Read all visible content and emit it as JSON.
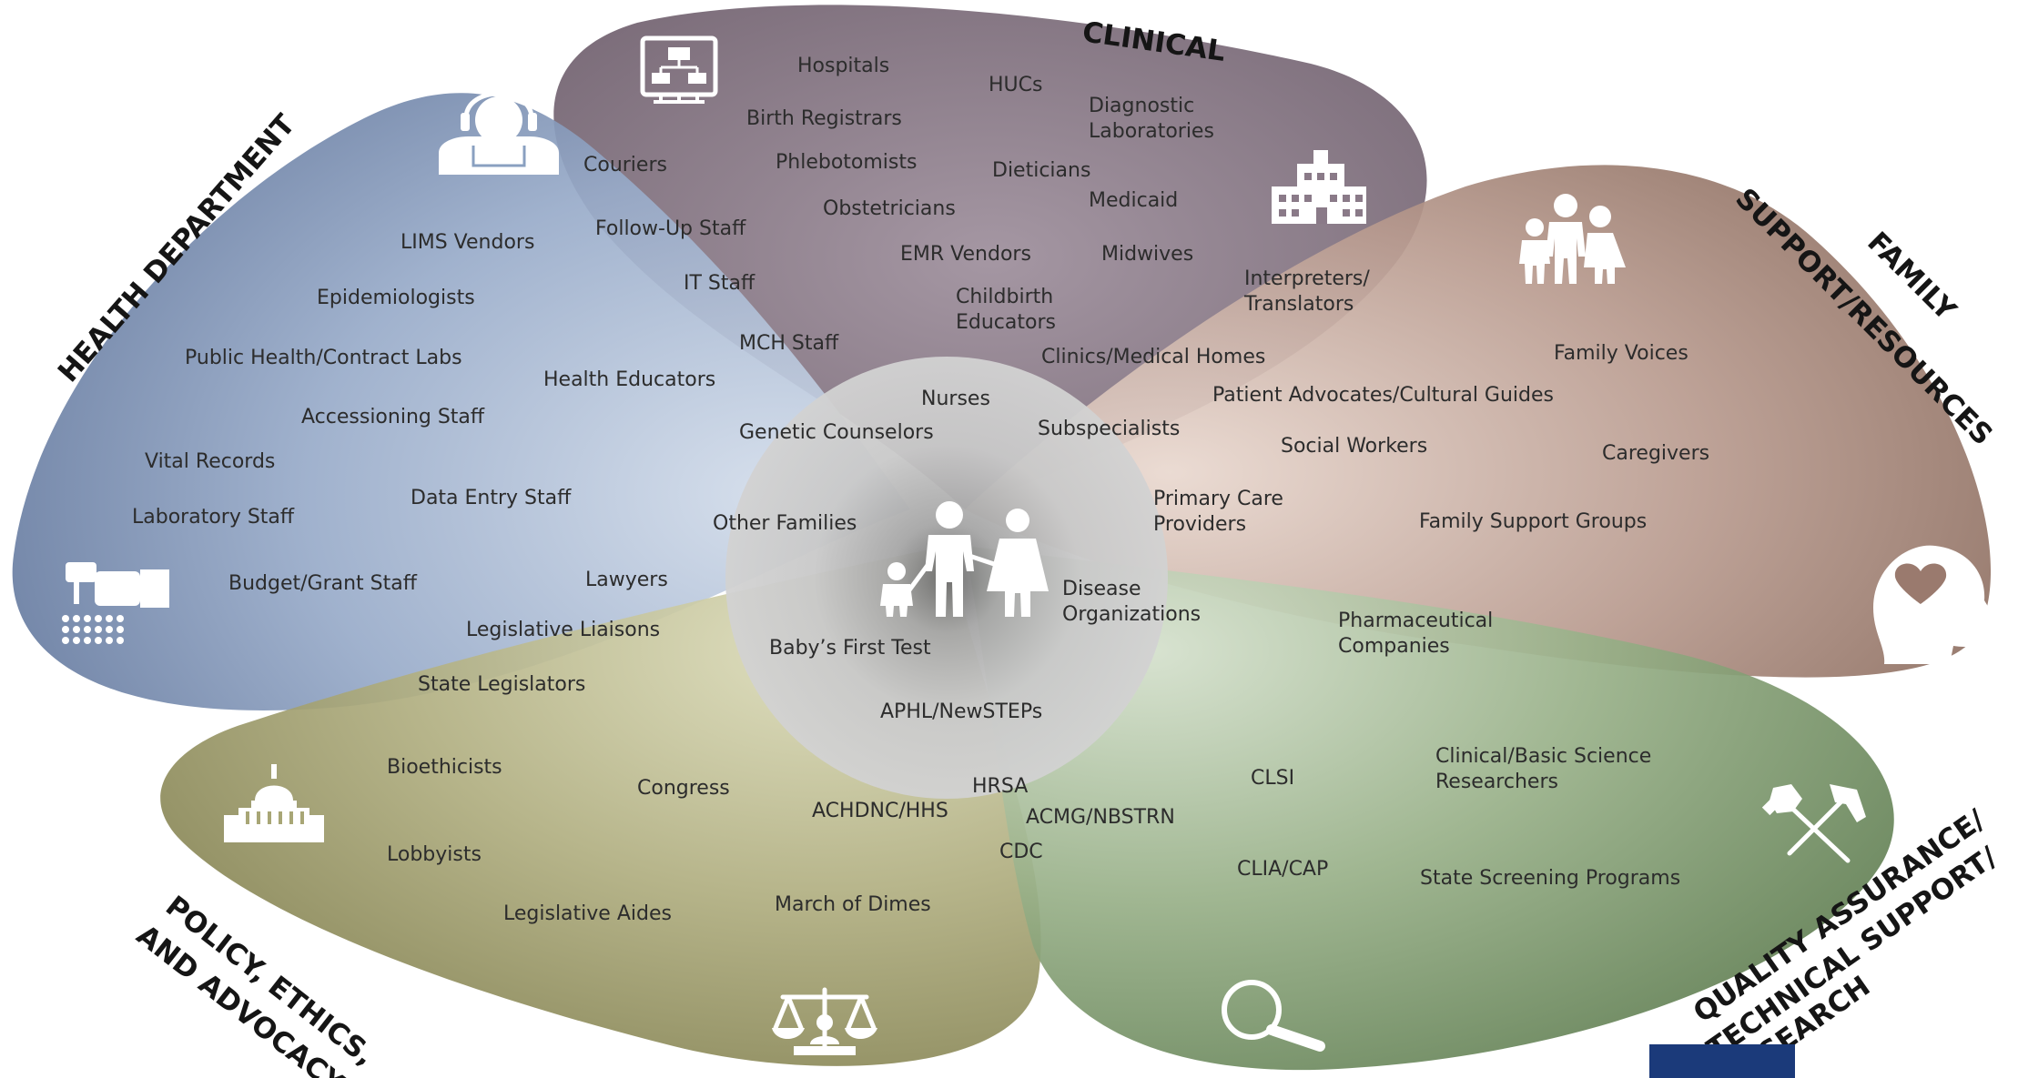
{
  "categories": {
    "clinical": "CLINICAL",
    "health_department": "HEALTH DEPARTMENT",
    "family_line1": "FAMILY",
    "family_line2": "SUPPORT/RESOURCES",
    "policy_line1": "POLICY, ETHICS,",
    "policy_line2": "AND ADVOCACY",
    "qa_line1": "QUALITY ASSURANCE/",
    "qa_line2": "TECHNICAL SUPPORT/",
    "qa_line3": "RESEARCH"
  },
  "clinical": {
    "hospitals": "Hospitals",
    "hucs": "HUCs",
    "diagnostic_line1": "Diagnostic",
    "diagnostic_line2": "Laboratories",
    "birth_registrars": "Birth Registrars",
    "couriers": "Couriers",
    "phlebotomists": "Phlebotomists",
    "dieticians": "Dieticians",
    "obstetricians": "Obstetricians",
    "medicaid": "Medicaid",
    "follow_up_staff": "Follow-Up Staff",
    "emr_vendors": "EMR Vendors",
    "midwives": "Midwives",
    "it_staff": "IT Staff",
    "childbirth_line1": "Childbirth",
    "childbirth_line2": "Educators",
    "interpreters_line1": "Interpreters/",
    "interpreters_line2": "Translators",
    "mch_staff": "MCH Staff",
    "clinics": "Clinics/Medical Homes",
    "nurses": "Nurses",
    "genetic_counselors": "Genetic Counselors",
    "subspecialists": "Subspecialists",
    "primary_care_line1": "Primary Care",
    "primary_care_line2": "Providers"
  },
  "health_department": {
    "lims_vendors": "LIMS Vendors",
    "epidemiologists": "Epidemiologists",
    "public_health_labs": "Public Health/Contract Labs",
    "health_educators": "Health Educators",
    "accessioning_staff": "Accessioning Staff",
    "vital_records": "Vital Records",
    "data_entry_staff": "Data Entry Staff",
    "laboratory_staff": "Laboratory Staff",
    "budget_grant_staff": "Budget/Grant Staff"
  },
  "family": {
    "family_voices": "Family Voices",
    "patient_advocates": "Patient Advocates/Cultural Guides",
    "social_workers": "Social Workers",
    "caregivers": "Caregivers",
    "family_support_groups": "Family Support Groups"
  },
  "center": {
    "other_families": "Other Families",
    "disease_org_line1": "Disease",
    "disease_org_line2": "Organizations",
    "babys_first_test": "Baby’s First Test",
    "aphl": "APHL/NewSTEPs"
  },
  "policy": {
    "lawyers": "Lawyers",
    "legislative_liaisons": "Legislative Liaisons",
    "state_legislators": "State Legislators",
    "bioethicists": "Bioethicists",
    "congress": "Congress",
    "lobbyists": "Lobbyists",
    "legislative_aides": "Legislative Aides",
    "march_of_dimes": "March of Dimes",
    "achdnc": "ACHDNC/HHS",
    "hrsa": "HRSA",
    "cdc": "CDC"
  },
  "qa": {
    "pharma_line1": "Pharmaceutical",
    "pharma_line2": "Companies",
    "acmg": "ACMG/NBSTRN",
    "clsi": "CLSI",
    "researchers_line1": "Clinical/Basic Science",
    "researchers_line2": "Researchers",
    "clia_cap": "CLIA/CAP",
    "state_screening": "State Screening Programs"
  },
  "colors": {
    "clinical": "#7e6d7c",
    "health_department": "#7d93b7",
    "family": "#a4857a",
    "policy": "#9e9c6a",
    "qa": "#7d9a6f",
    "center": "#c4c4c4",
    "corner_badge": "#1b3a7a"
  },
  "icons": {
    "clinical_top": "monitor-network-icon",
    "clinical_building": "hospital-building-icon",
    "health_dept_person": "headset-person-icon",
    "health_dept_lab": "pipette-lab-icon",
    "family_people": "family-icon",
    "family_heart": "heart-head-icon",
    "policy_capitol": "capitol-dome-icon",
    "policy_scales": "scales-of-justice-icon",
    "qa_tools": "hammer-wrench-icon",
    "qa_magnifier": "magnifying-glass-icon",
    "center_family": "center-family-icon"
  }
}
